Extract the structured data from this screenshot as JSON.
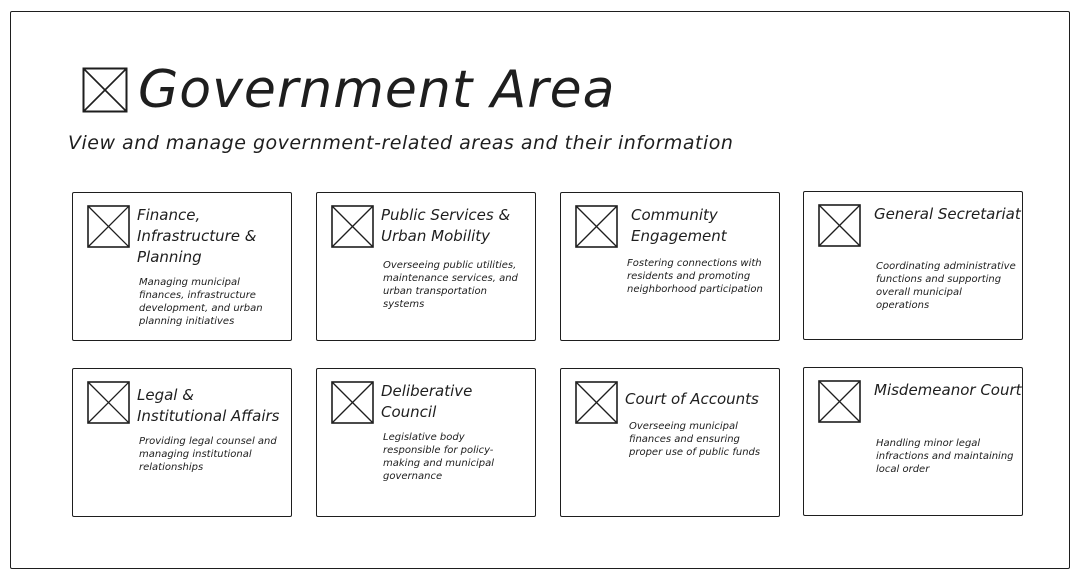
{
  "header": {
    "title": "Government Area",
    "subtitle": "View and manage government-related areas and their information",
    "icon": "placeholder-image-icon"
  },
  "cards": [
    {
      "title": "Finance, Infrastructure & Planning",
      "description": "Managing municipal finances, infrastructure development, and urban planning initiatives",
      "icon": "placeholder-image-icon"
    },
    {
      "title": "Public Services & Urban Mobility",
      "description": "Overseeing public utilities, maintenance services, and urban transportation systems",
      "icon": "placeholder-image-icon"
    },
    {
      "title": "Community Engagement",
      "description": "Fostering connections with residents and promoting neighborhood participation",
      "icon": "placeholder-image-icon"
    },
    {
      "title": "General Secretariat",
      "description": "Coordinating administrative functions and supporting overall municipal operations",
      "icon": "placeholder-image-icon"
    },
    {
      "title": "Legal & Institutional Affairs",
      "description": "Providing legal counsel and managing institutional relationships",
      "icon": "placeholder-image-icon"
    },
    {
      "title": "Deliberative Council",
      "description": "Legislative body responsible for policy-making and municipal governance",
      "icon": "placeholder-image-icon"
    },
    {
      "title": "Court of Accounts",
      "description": "Overseeing municipal finances and ensuring proper use of public funds",
      "icon": "placeholder-image-icon"
    },
    {
      "title": "Misdemeanor Court",
      "description": "Handling minor legal infractions and maintaining local order",
      "icon": "placeholder-image-icon"
    }
  ],
  "colors": {
    "stroke": "#1e1e1e",
    "background": "#ffffff"
  }
}
